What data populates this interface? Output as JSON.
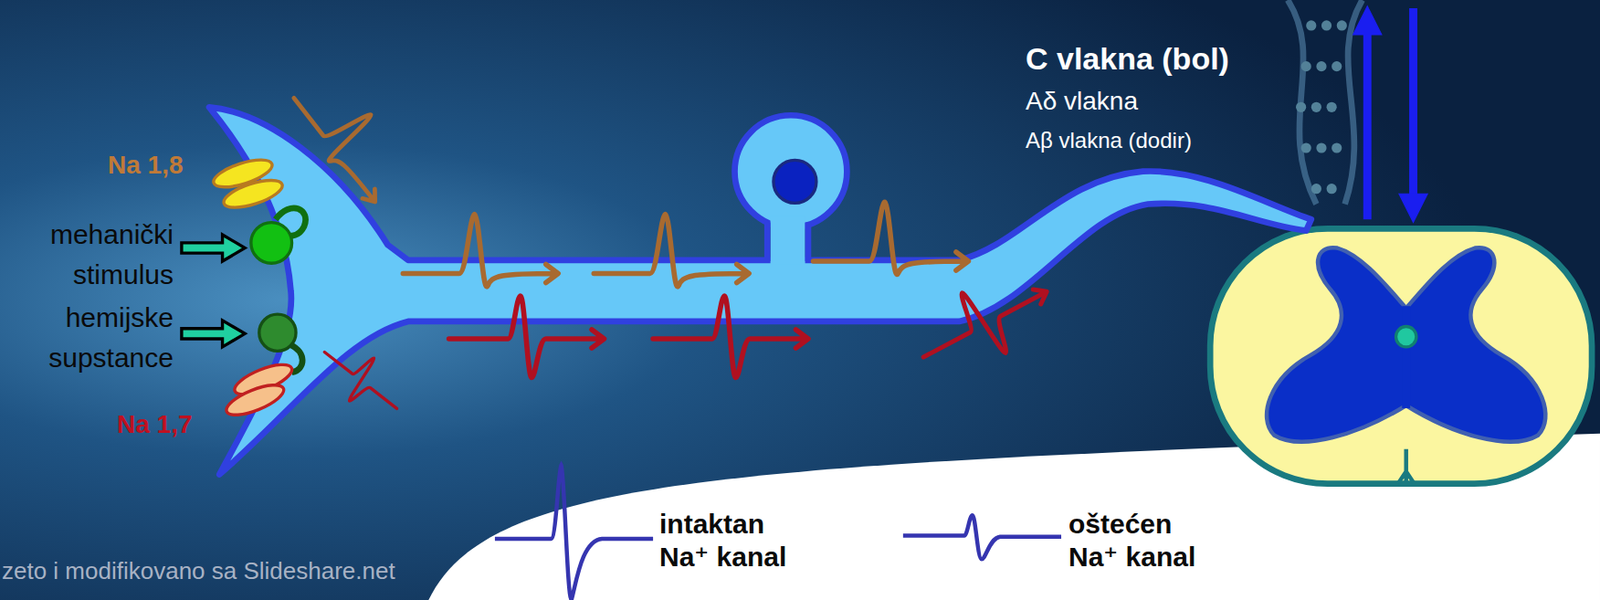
{
  "diagram": {
    "labels": [
      "C vlakna (bol)",
      "Aδ vlakna",
      "Aβ vlakna (dodir)",
      "Na 1,8",
      "mehanički stimulus",
      "hemijske supstance",
      "Na 1,7",
      "zeto i modifikovano sa Slideshare.net"
    ],
    "legend": [
      {
        "text": "intaktan Na⁺ kanal"
      },
      {
        "text": "oštećen Na⁺ kanal"
      }
    ]
  }
}
